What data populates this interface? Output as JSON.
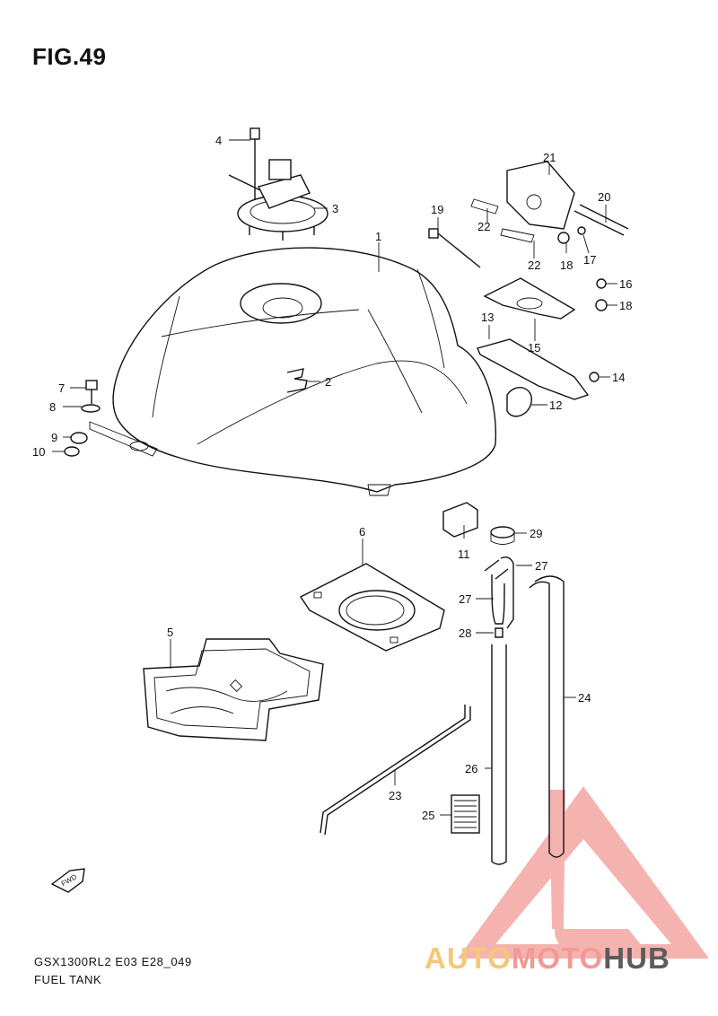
{
  "figure": {
    "title": "FIG.49"
  },
  "footer": {
    "model_code": "GSX1300RL2 E03 E28_049",
    "part_name": "FUEL TANK"
  },
  "direction_marker": {
    "label": "FWD"
  },
  "watermark": {
    "brand_part1": "AUTO",
    "brand_part2": "MOTO",
    "brand_part3": "HUB",
    "colors": {
      "part1": "#f5c77a",
      "part2": "#f19a93",
      "part3": "#5c5c5c"
    }
  },
  "callouts": {
    "c1": "1",
    "c2": "2",
    "c3": "3",
    "c4": "4",
    "c5": "5",
    "c6": "6",
    "c7": "7",
    "c8": "8",
    "c9": "9",
    "c10": "10",
    "c11": "11",
    "c12": "12",
    "c13": "13",
    "c14": "14",
    "c15": "15",
    "c16": "16",
    "c17": "17",
    "c18a": "18",
    "c18b": "18",
    "c19": "19",
    "c20": "20",
    "c21": "21",
    "c22a": "22",
    "c22b": "22",
    "c23": "23",
    "c24": "24",
    "c25": "25",
    "c26": "26",
    "c27a": "27",
    "c27b": "27",
    "c28": "28",
    "c29": "29"
  }
}
